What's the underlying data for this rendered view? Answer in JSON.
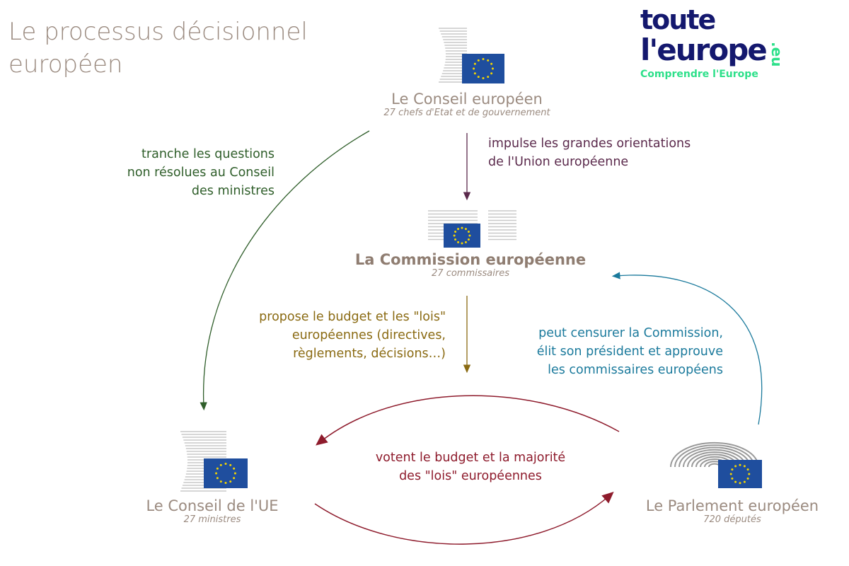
{
  "title": "Le processus décisionnel européen",
  "title_lines": [
    "Le processus décisionnel",
    "européen"
  ],
  "logo": {
    "line1": "toute",
    "line2": "l'europe",
    "suffix": ".eu",
    "tagline": "Comprendre l'Europe"
  },
  "institutions": {
    "european_council": {
      "name": "Le Conseil européen",
      "sub": "27 chefs d'Etat et de gouvernement"
    },
    "commission": {
      "name": "La Commission européenne",
      "sub": "27 commissaires"
    },
    "council_eu": {
      "name": "Le Conseil de l'UE",
      "sub": "27 ministres"
    },
    "parliament": {
      "name": "Le Parlement européen",
      "sub": "720 députés"
    }
  },
  "relations": {
    "tranche": [
      "tranche les questions",
      "non résolues au Conseil",
      "des ministres"
    ],
    "impulse": [
      "impulse les grandes orientations",
      "de l'Union européenne"
    ],
    "propose": [
      "propose le budget et les \"lois\"",
      "européennes (directives,",
      "règlements, décisions…)"
    ],
    "censure": [
      "peut censurer la Commission,",
      "élit son président et approuve",
      "les commissaires européens"
    ],
    "votent": [
      "votent le budget et la majorité",
      "des \"lois\" européennes"
    ]
  },
  "colors": {
    "title": "#9b8b80",
    "green": "#2f5e2a",
    "purple": "#5b2a4c",
    "gold": "#8a6a12",
    "blue": "#1b7a9c",
    "red": "#8e1b2c",
    "eu_blue": "#1f4e9e",
    "eu_yellow": "#f3d400"
  }
}
